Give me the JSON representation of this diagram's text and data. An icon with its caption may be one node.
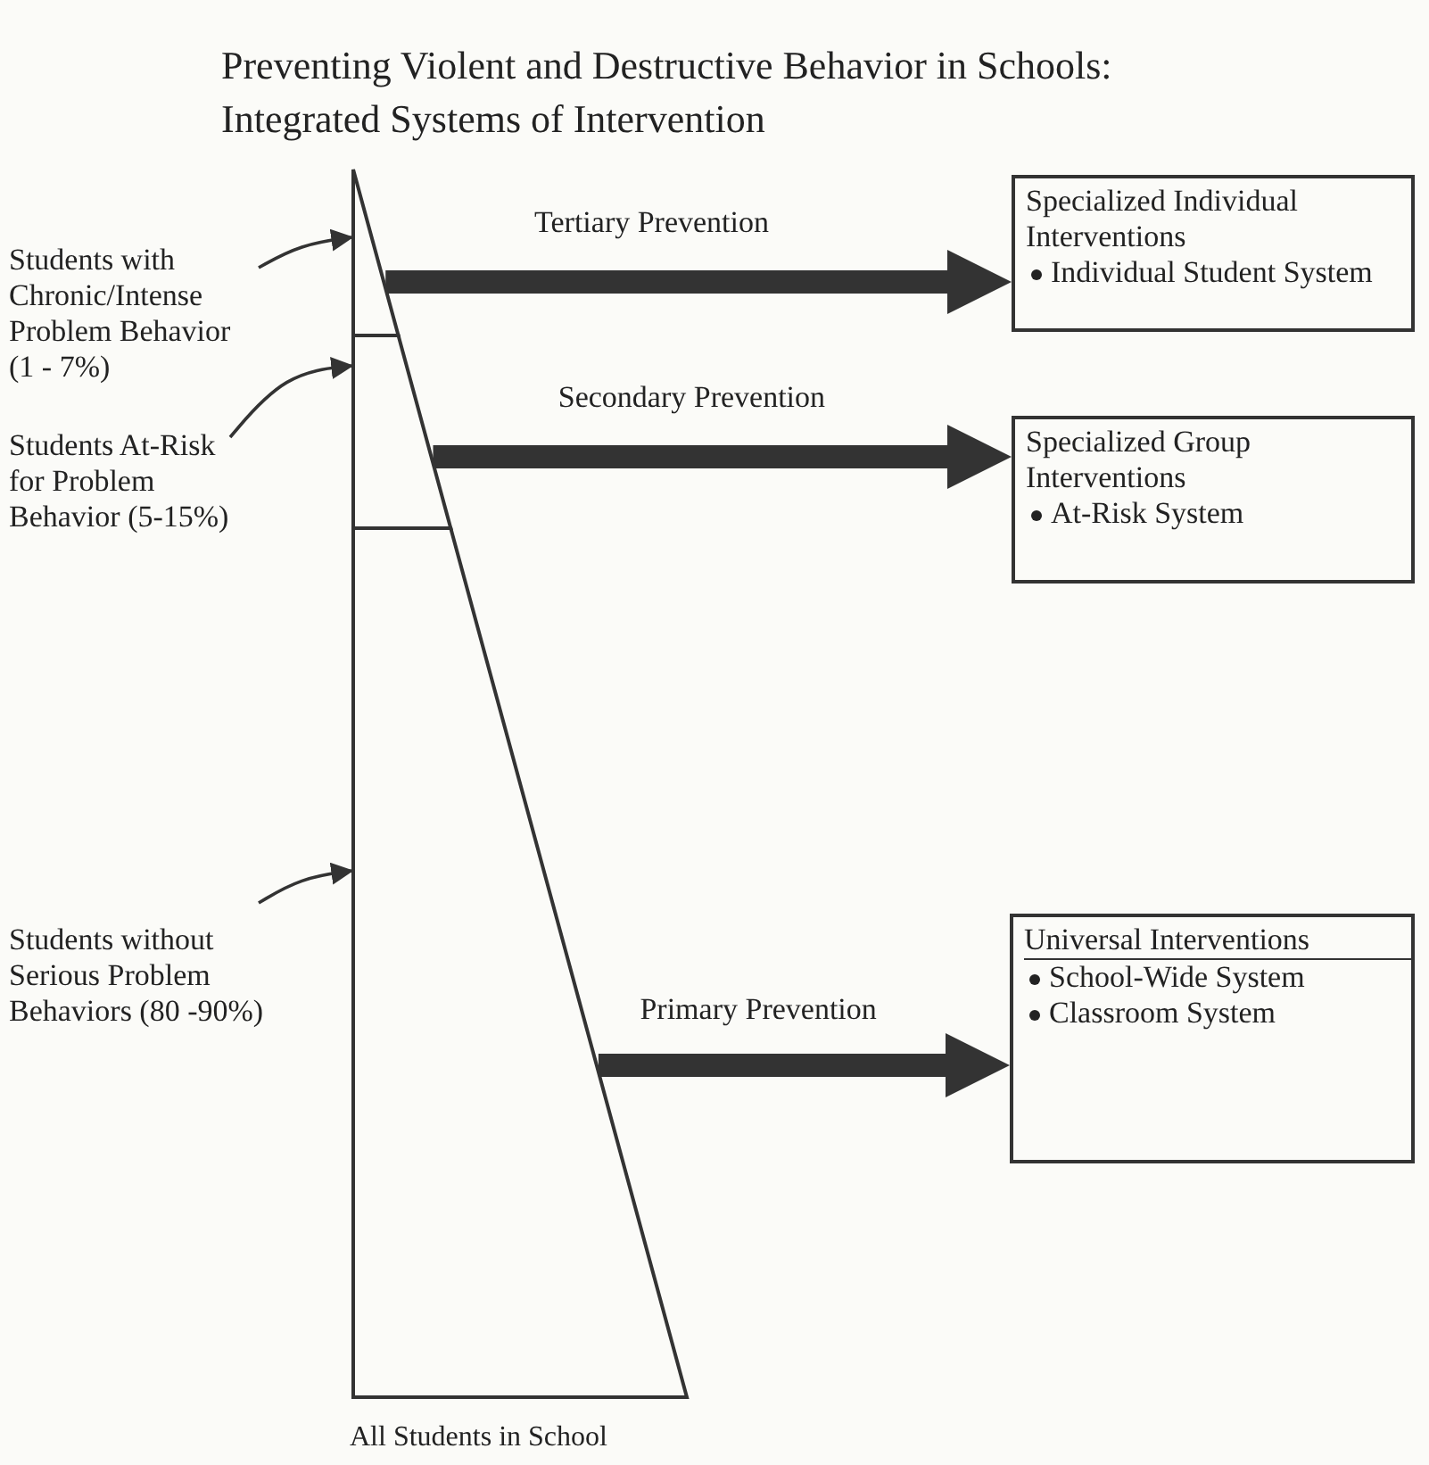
{
  "diagram": {
    "title": "Preventing Violent and Destructive Behavior in Schools: Integrated Systems of Intervention",
    "nodes": [
      {
        "text": [
          "Students with Chronic/Intense Problem Behavior (1 - 7%)"
        ]
      },
      {
        "text": [
          "Students At-Risk for Problem Behavior (5-15%)"
        ]
      },
      {
        "text": [
          "Students without Serious Problem Behaviors (80 -90%)"
        ]
      },
      {
        "text": [],
        "shape": "triangle"
      },
      {
        "text": [],
        "shape": "trapezoid"
      },
      {
        "text": [],
        "shape": "trapezoid"
      },
      {
        "text": [
          "Specialized Individual Interventions",
          "Individual Student System"
        ]
      },
      {
        "text": [
          "Specialized Group Interventions",
          "At-Risk System"
        ]
      },
      {
        "text": [
          "Universal Interventions",
          "School-Wide System",
          "Classroom System"
        ]
      }
    ],
    "edges": [
      {
        "from": 0,
        "to": 3,
        "arrow": "to"
      },
      {
        "from": 1,
        "to": 4,
        "arrow": "to"
      },
      {
        "from": 2,
        "to": 5,
        "arrow": "to"
      },
      {
        "from": 3,
        "to": 6,
        "arrow": "to",
        "label": "Tertiary Prevention",
        "style": "thick"
      },
      {
        "from": 4,
        "to": 7,
        "arrow": "to",
        "label": "Secondary Prevention",
        "style": "thick"
      },
      {
        "from": 5,
        "to": 8,
        "arrow": "to",
        "label": "Primary Prevention",
        "style": "thick"
      }
    ],
    "labels": [
      "All Students in School"
    ]
  }
}
